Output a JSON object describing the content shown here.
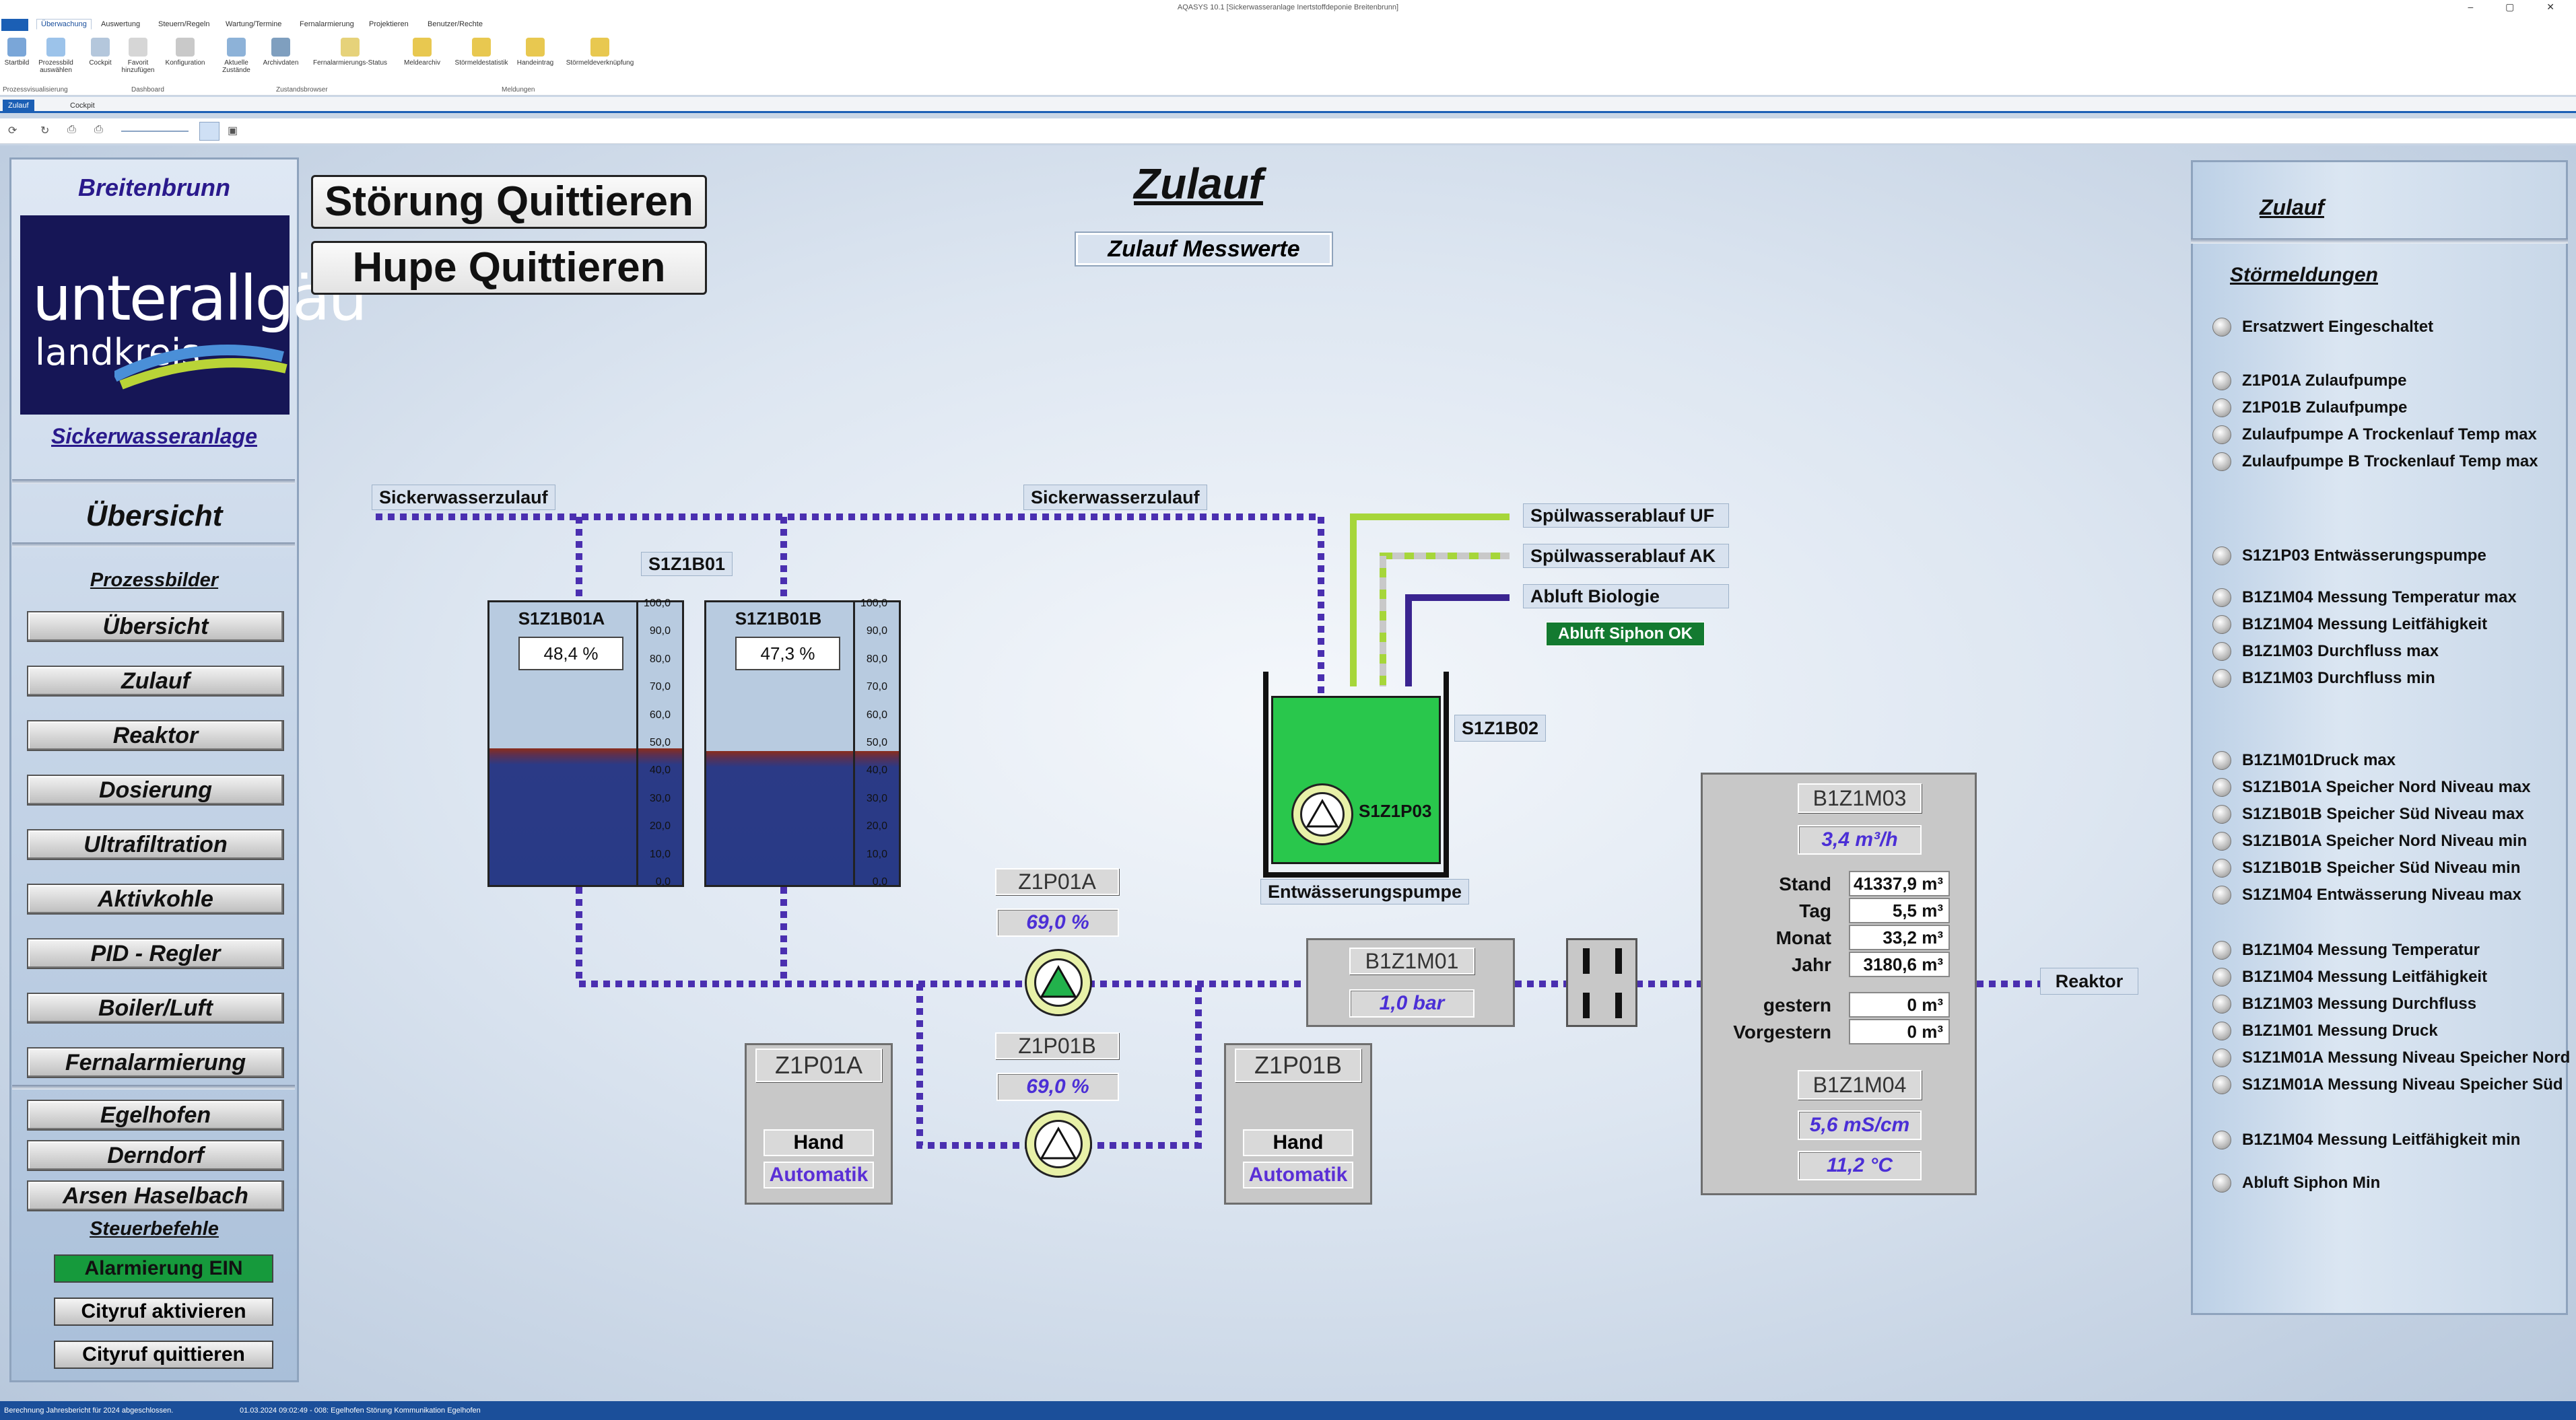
{
  "window": {
    "title": "AQASYS 10.1 [Sickerwasseranlage Inertstoffdeponie Breitenbrunn]"
  },
  "menu": {
    "tabs": [
      "Überwachung",
      "Auswertung",
      "Steuern/Regeln",
      "Wartung/Termine",
      "Fernalarmierung",
      "Projektieren",
      "Benutzer/Rechte"
    ]
  },
  "ribbon": {
    "buttons": [
      "Startbild",
      "Prozessbild auswählen",
      "Cockpit",
      "Favorit hinzufügen",
      "Konfiguration",
      "Aktuelle Zustände",
      "Archivdaten",
      "Fernalarmierungs-Status",
      "Meldearchiv",
      "Störmeldestatistik",
      "Handeintrag",
      "Störmeldeverknüpfung"
    ],
    "groups": [
      "Prozessvisualisierung",
      "Dashboard",
      "Zustandsbrowser",
      "Meldungen"
    ]
  },
  "doctabs": [
    "Zulauf",
    "Cockpit"
  ],
  "left": {
    "site": "Breitenbrunn",
    "logo_line1": "unterallgäu",
    "logo_line2": "landkreis",
    "plant_link": "Sickerwasseranlage",
    "overview": "Übersicht",
    "section_process": "Prozessbilder",
    "nav": [
      "Übersicht",
      "Zulauf",
      "Reaktor",
      "Dosierung",
      "Ultrafiltration",
      "Aktivkohle",
      "PID - Regler",
      "Boiler/Luft",
      "Fernalarmierung"
    ],
    "sites": [
      "Egelhofen",
      "Derndorf",
      "Arsen Haselbach"
    ],
    "section_commands": "Steuerbefehle",
    "alarm_on": "Alarmierung EIN",
    "cityruf_on": "Cityruf aktivieren",
    "cityruf_ack": "Cityruf quittieren"
  },
  "main": {
    "ack_fault": "Störung Quittieren",
    "ack_horn": "Hupe Quittieren",
    "title": "Zulauf",
    "measure_btn": "Zulauf Messwerte",
    "inflow1": "Sickerwasserzulauf",
    "inflow2": "Sickerwasserzulauf",
    "tank_group": "S1Z1B01",
    "tankA": {
      "name": "S1Z1B01A",
      "value": "48,4 %",
      "level": 48.4
    },
    "tankB": {
      "name": "S1Z1B01B",
      "value": "47,3 %",
      "level": 47.3
    },
    "scale": [
      "100,0",
      "90,0",
      "80,0",
      "70,0",
      "60,0",
      "50,0",
      "40,0",
      "30,0",
      "20,0",
      "10,0",
      "0,0"
    ],
    "rinse_uf": "Spülwasserablauf UF",
    "rinse_ak": "Spülwasserablauf AK",
    "exhaust_bio": "Abluft Biologie",
    "siphon_ok": "Abluft Siphon OK",
    "sump": "S1Z1B02",
    "sump_pump": "S1Z1P03",
    "drain_pump": "Entwässerungspumpe",
    "pumpA": {
      "tag": "Z1P01A",
      "value": "69,0 %"
    },
    "pumpB": {
      "tag": "Z1P01B",
      "value": "69,0 %"
    },
    "modeA": {
      "tag": "Z1P01A",
      "hand": "Hand",
      "auto": "Automatik"
    },
    "modeB": {
      "tag": "Z1P01B",
      "hand": "Hand",
      "auto": "Automatik"
    },
    "pressure": {
      "tag": "B1Z1M01",
      "value": "1,0 bar"
    },
    "flow": {
      "tag": "B1Z1M03",
      "value": "3,4 m³/h",
      "rows": [
        {
          "label": "Stand",
          "value": "41337,9 m³"
        },
        {
          "label": "Tag",
          "value": "5,5 m³"
        },
        {
          "label": "Monat",
          "value": "33,2 m³"
        },
        {
          "label": "Jahr",
          "value": "3180,6 m³"
        },
        {
          "label": "gestern",
          "value": "0 m³"
        },
        {
          "label": "Vorgestern",
          "value": "0 m³"
        }
      ],
      "tag2": "B1Z1M04",
      "conductivity": "5,6 mS/cm",
      "temperature": "11,2 °C"
    },
    "reactor": "Reaktor"
  },
  "right": {
    "title": "Zulauf",
    "section": "Störmeldungen",
    "items": [
      "Ersatzwert Eingeschaltet",
      "Z1P01A Zulaufpumpe",
      "Z1P01B Zulaufpumpe",
      "Zulaufpumpe A Trockenlauf Temp max",
      "Zulaufpumpe B Trockenlauf Temp max",
      "S1Z1P03 Entwässerungspumpe",
      "B1Z1M04 Messung Temperatur max",
      "B1Z1M04 Messung Leitfähigkeit",
      "B1Z1M03 Durchfluss max",
      "B1Z1M03 Durchfluss min",
      "B1Z1M01Druck max",
      "S1Z1B01A Speicher Nord Niveau max",
      "S1Z1B01B Speicher Süd Niveau max",
      "S1Z1B01A Speicher Nord Niveau min",
      "S1Z1B01B Speicher Süd Niveau min",
      "S1Z1M04 Entwässerung Niveau max",
      "B1Z1M04 Messung Temperatur",
      "B1Z1M04 Messung Leitfähigkeit",
      "B1Z1M03 Messung Durchfluss",
      "B1Z1M01 Messung Druck",
      "S1Z1M01A Messung Niveau Speicher Nord",
      "S1Z1M01A Messung Niveau Speicher Süd",
      "B1Z1M04 Messung Leitfähigkeit min",
      "Abluft Siphon Min"
    ]
  },
  "status": {
    "left": "Berechnung Jahresbericht für 2024 abgeschlossen.",
    "right": "01.03.2024 09:02:49 - 008: Egelhofen Störung Kommunikation Egelhofen"
  },
  "colors": {
    "pipe": "#4a2fb0",
    "pump_on": "#22b24c",
    "accent": "#1b5fb5",
    "value_text": "#4b2fd6"
  }
}
